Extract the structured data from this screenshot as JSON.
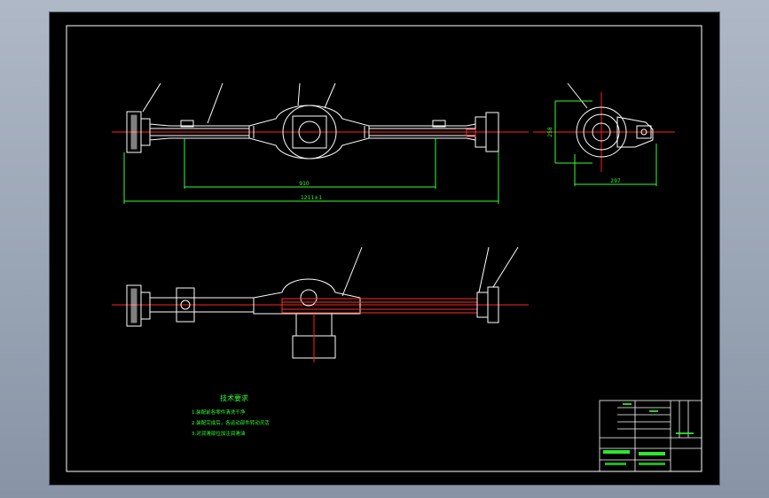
{
  "drawing": {
    "colors": {
      "background": "#000000",
      "border": "#ffffff",
      "centerline": "#ff2020",
      "dimension": "#33ff33",
      "part": "#ffffff",
      "section": "#ff3030"
    },
    "dimensions": {
      "inner_width": "910",
      "overall_width": "1211±1",
      "side_height": "258",
      "side_width": "297"
    },
    "tech_requirements": {
      "title": "技术要求",
      "items": [
        "1.装配前各零件清洗干净",
        "2.装配完成后，各运动部件转动灵活",
        "3.对润滑部位加注润滑油"
      ]
    }
  }
}
